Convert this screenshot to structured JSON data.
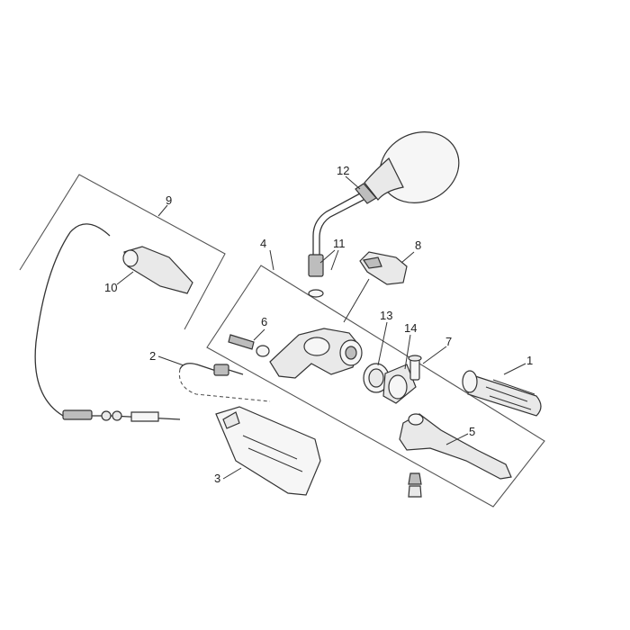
{
  "callouts": [
    {
      "id": "1",
      "text": "1"
    },
    {
      "id": "2",
      "text": "2"
    },
    {
      "id": "3",
      "text": "3"
    },
    {
      "id": "4",
      "text": "4"
    },
    {
      "id": "5",
      "text": "5"
    },
    {
      "id": "6",
      "text": "6"
    },
    {
      "id": "7",
      "text": "7"
    },
    {
      "id": "8",
      "text": "8"
    },
    {
      "id": "9",
      "text": "9"
    },
    {
      "id": "10",
      "text": "10"
    },
    {
      "id": "11",
      "text": "11"
    },
    {
      "id": "12",
      "text": "12"
    },
    {
      "id": "13",
      "text": "13"
    },
    {
      "id": "14",
      "text": "14"
    }
  ],
  "colors": {
    "line": "#333333",
    "fill": "#e9e9e9",
    "shade": "#bdbdbd",
    "background": "#ffffff"
  }
}
